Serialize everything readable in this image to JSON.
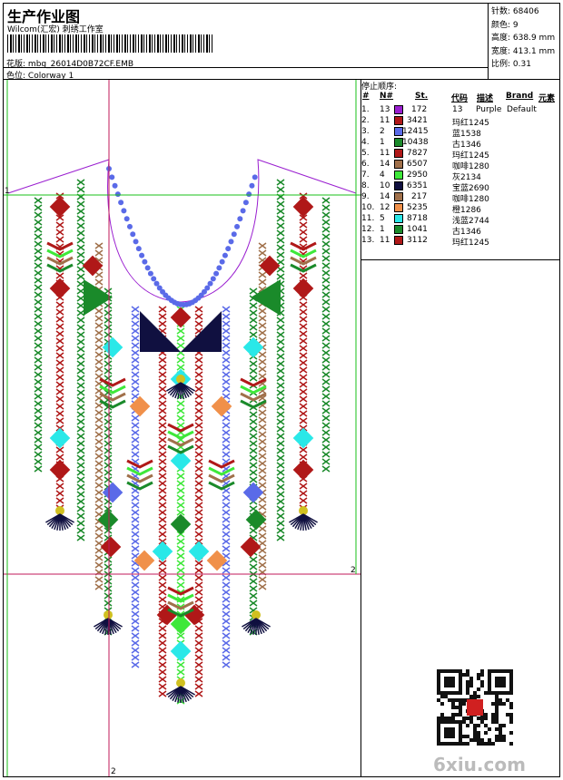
{
  "header": {
    "title": "生产作业图",
    "company": "Wilcom(汇宏) 刺绣工作室",
    "design_label": "花版:",
    "design_value": "mbg_26014D0B72CF.EMB",
    "colorway_label": "色位:",
    "colorway_value": "Colorway 1"
  },
  "specs": {
    "stitches_label": "针数:",
    "stitches": "68406",
    "colors_label": "颜色:",
    "colors": "9",
    "height_label": "高度:",
    "height": "638.9 mm",
    "width_label": "宽度:",
    "width": "413.1 mm",
    "scale_label": "比例:",
    "scale": "0.31"
  },
  "stop_sequence": {
    "title": "停止顺序:",
    "headers": [
      "#",
      "N#",
      "St.",
      "代码",
      "描述",
      "Brand",
      "元素"
    ],
    "rows": [
      {
        "idx": "1.",
        "n": "13",
        "color": "#9a1fd0",
        "st": "172",
        "code": "13",
        "desc": "Purple",
        "brand": "Default"
      },
      {
        "idx": "2.",
        "n": "11",
        "color": "#b01818",
        "st": "3421",
        "code": "玛红1245",
        "desc": "",
        "brand": ""
      },
      {
        "idx": "3.",
        "n": "2",
        "color": "#5a6ae8",
        "st": "12415",
        "code": "蓝1538",
        "desc": "",
        "brand": ""
      },
      {
        "idx": "4.",
        "n": "1",
        "color": "#1a8a2a",
        "st": "10438",
        "code": "古1346",
        "desc": "",
        "brand": ""
      },
      {
        "idx": "5.",
        "n": "11",
        "color": "#b01818",
        "st": "7827",
        "code": "玛红1245",
        "desc": "",
        "brand": ""
      },
      {
        "idx": "6.",
        "n": "14",
        "color": "#a0704a",
        "st": "6507",
        "code": "咖啡1280",
        "desc": "",
        "brand": ""
      },
      {
        "idx": "7.",
        "n": "4",
        "color": "#3ee83a",
        "st": "2950",
        "code": "灰2134",
        "desc": "",
        "brand": ""
      },
      {
        "idx": "8.",
        "n": "10",
        "color": "#101040",
        "st": "6351",
        "code": "宝蓝2690",
        "desc": "",
        "brand": ""
      },
      {
        "idx": "9.",
        "n": "14",
        "color": "#a0704a",
        "st": "217",
        "code": "咖啡1280",
        "desc": "",
        "brand": ""
      },
      {
        "idx": "10.",
        "n": "12",
        "color": "#f0904a",
        "st": "5235",
        "code": "橙1286",
        "desc": "",
        "brand": ""
      },
      {
        "idx": "11.",
        "n": "5",
        "color": "#2ae8e8",
        "st": "8718",
        "code": "浅蓝2744",
        "desc": "",
        "brand": ""
      },
      {
        "idx": "12.",
        "n": "1",
        "color": "#1a8a2a",
        "st": "1041",
        "code": "古1346",
        "desc": "",
        "brand": ""
      },
      {
        "idx": "13.",
        "n": "11",
        "color": "#b01818",
        "st": "3112",
        "code": "玛红1245",
        "desc": "",
        "brand": ""
      }
    ]
  },
  "guides": {
    "label_1": "1",
    "label_2a": "2",
    "label_2b": "2"
  },
  "watermark": "6xiu.com"
}
